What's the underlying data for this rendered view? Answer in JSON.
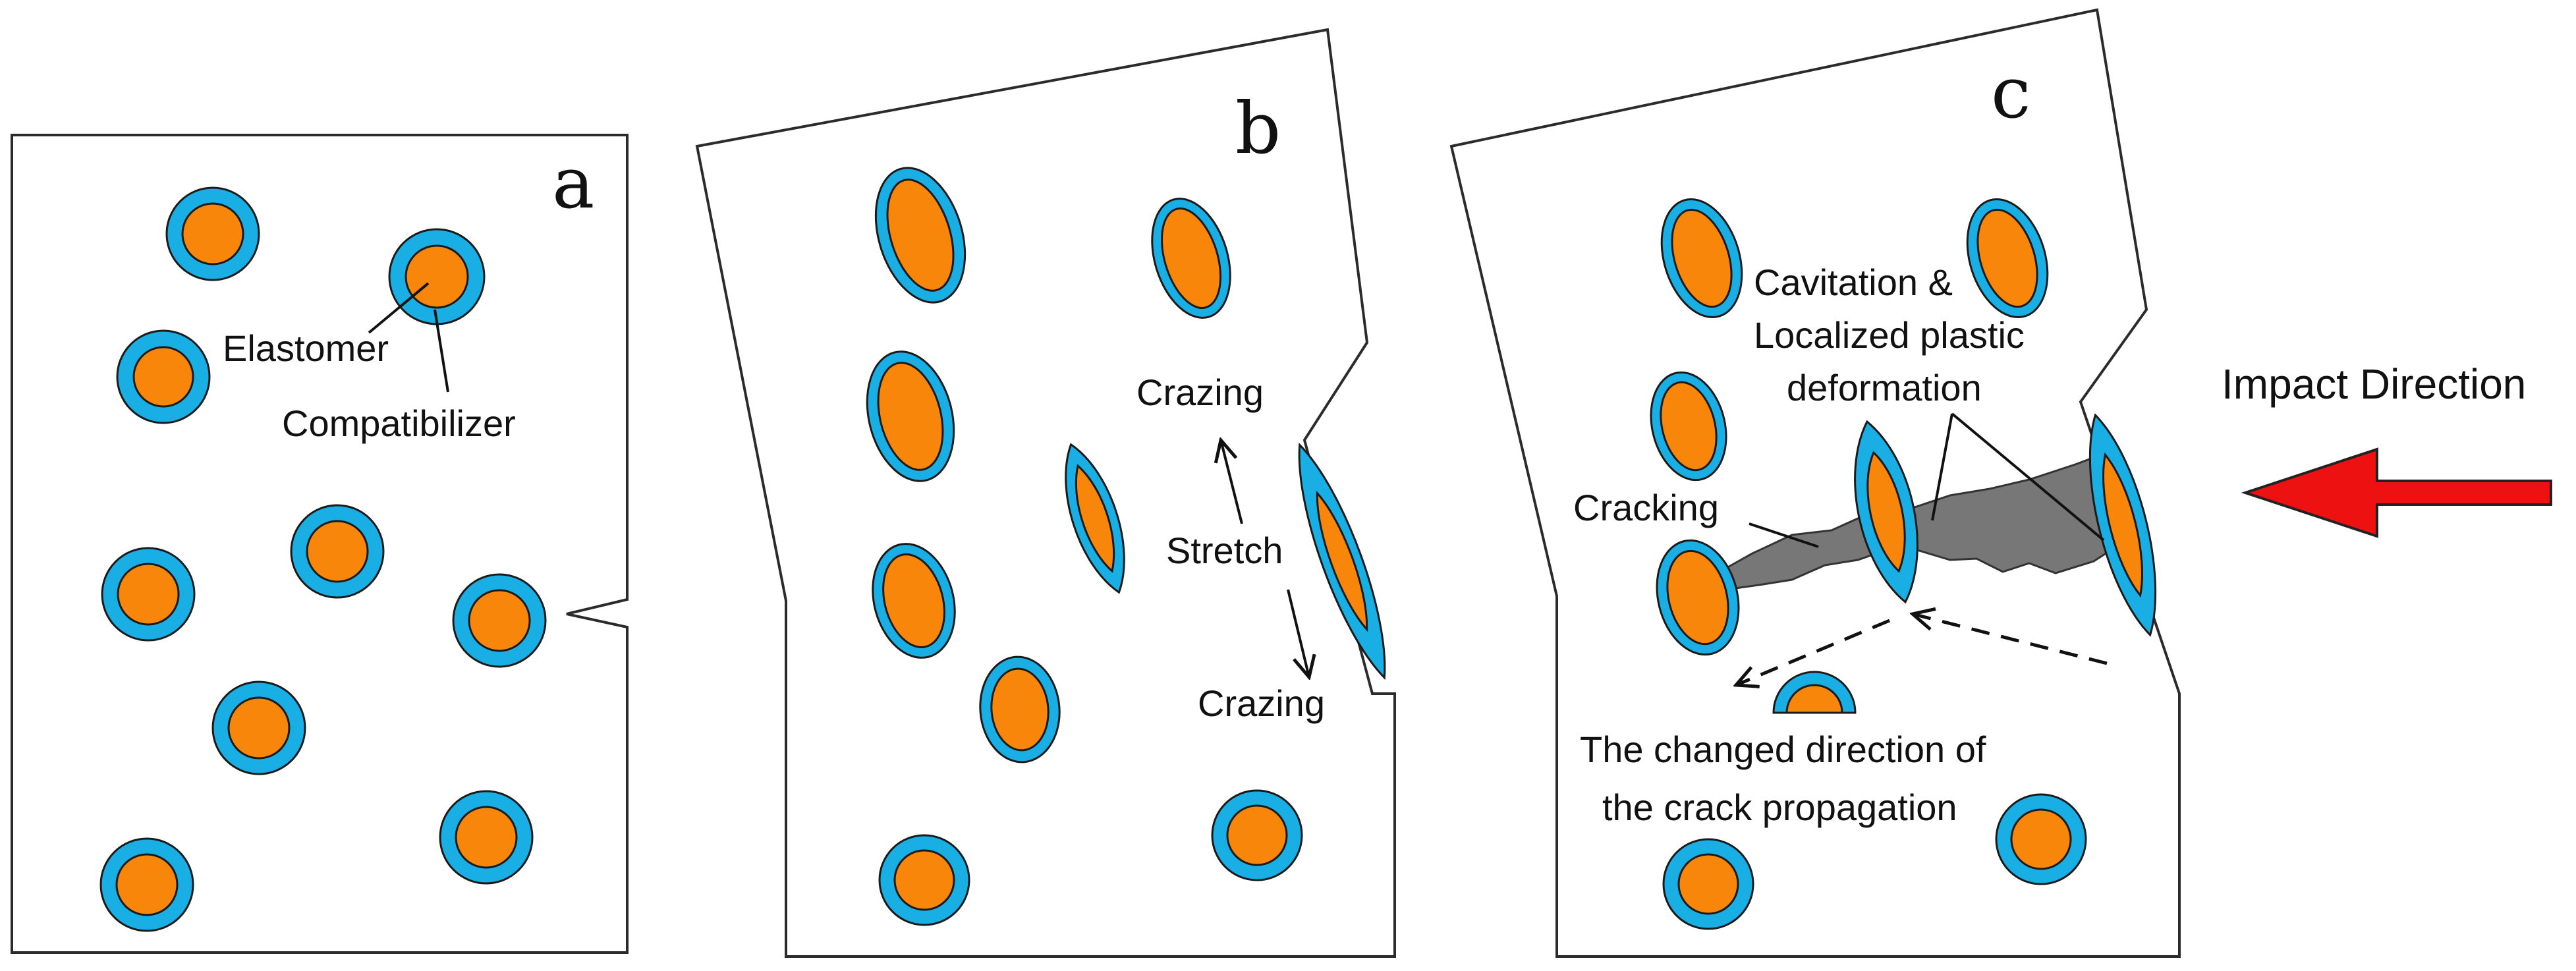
{
  "colors": {
    "shell": "#19aee4",
    "core": "#f7860a",
    "crack": "#777777",
    "arrow": "#ee1111"
  },
  "panel_a": {
    "letter": "a",
    "elastomer_label": "Elastomer",
    "compatibilizer_label": "Compatibilizer"
  },
  "panel_b": {
    "letter": "b",
    "crazing_top_label": "Crazing",
    "stretch_label": "Stretch",
    "crazing_bottom_label": "Crazing"
  },
  "panel_c": {
    "letter": "c",
    "cavitation_line1": "Cavitation &",
    "cavitation_line2": "Localized plastic",
    "cavitation_line3": "deformation",
    "cracking_label": "Cracking",
    "changed_dir_line1": "The changed direction of",
    "changed_dir_line2": "the crack propagation"
  },
  "impact": {
    "label": "Impact Direction",
    "arrow_icon": "left-arrow-icon"
  }
}
